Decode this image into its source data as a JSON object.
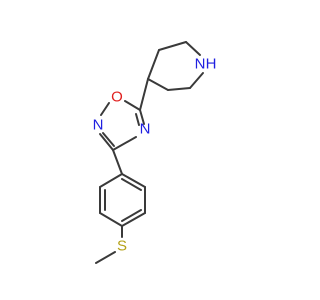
{
  "molecule": {
    "atoms": {
      "n_pip": {
        "label": "N",
        "sublabel": "H",
        "color": "#1f1fe0"
      },
      "o_ring": {
        "label": "O",
        "color": "#e0201f"
      },
      "n_left": {
        "label": "N",
        "color": "#1f1fe0"
      },
      "n_right": {
        "label": "N",
        "color": "#1f1fe0"
      },
      "s": {
        "label": "S",
        "color": "#b5a21a"
      }
    },
    "bond_color": "#3a3a3a"
  }
}
